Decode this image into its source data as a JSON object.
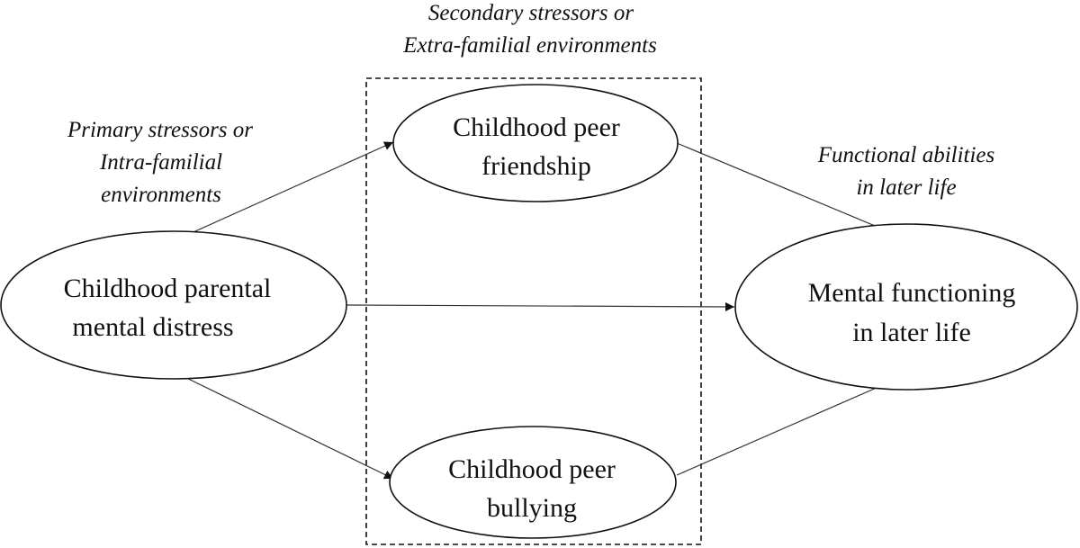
{
  "nodes": {
    "parental": {
      "line1": "Childhood parental",
      "line2": "mental distress"
    },
    "friendship": {
      "line1": "Childhood peer",
      "line2": "friendship"
    },
    "bullying": {
      "line1": "Childhood peer",
      "line2": "bullying"
    },
    "outcome": {
      "line1": "Mental functioning",
      "line2": "in later life"
    }
  },
  "captions": {
    "secondary": {
      "line1": "Secondary stressors or",
      "line2": "Extra-familial environments"
    },
    "primary": {
      "line1": "Primary stressors or",
      "line2": "Intra-familial",
      "line3": "environments"
    },
    "functional": {
      "line1": "Functional abilities",
      "line2": "in later life"
    }
  }
}
